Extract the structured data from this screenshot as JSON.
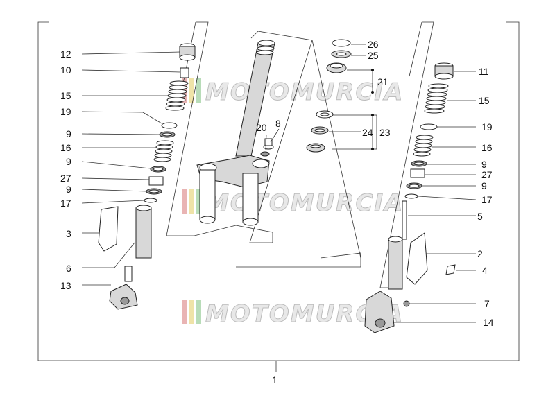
{
  "watermark": {
    "text": "MOTOMURCIA"
  },
  "callouts": {
    "c1": "1",
    "c2": "2",
    "c3": "3",
    "c4": "4",
    "c5": "5",
    "c6": "6",
    "c7": "7",
    "c8": "8",
    "c9a": "9",
    "c9b": "9",
    "c9c": "9",
    "c9d": "9",
    "c9e": "9",
    "c10": "10",
    "c11": "11",
    "c12": "12",
    "c13": "13",
    "c14": "14",
    "c15a": "15",
    "c15b": "15",
    "c16a": "16",
    "c16b": "16",
    "c17a": "17",
    "c17b": "17",
    "c19a": "19",
    "c19b": "19",
    "c20": "20",
    "c21": "21",
    "c23": "23",
    "c24": "24",
    "c25": "25",
    "c26": "26",
    "c27a": "27",
    "c27b": "27"
  }
}
